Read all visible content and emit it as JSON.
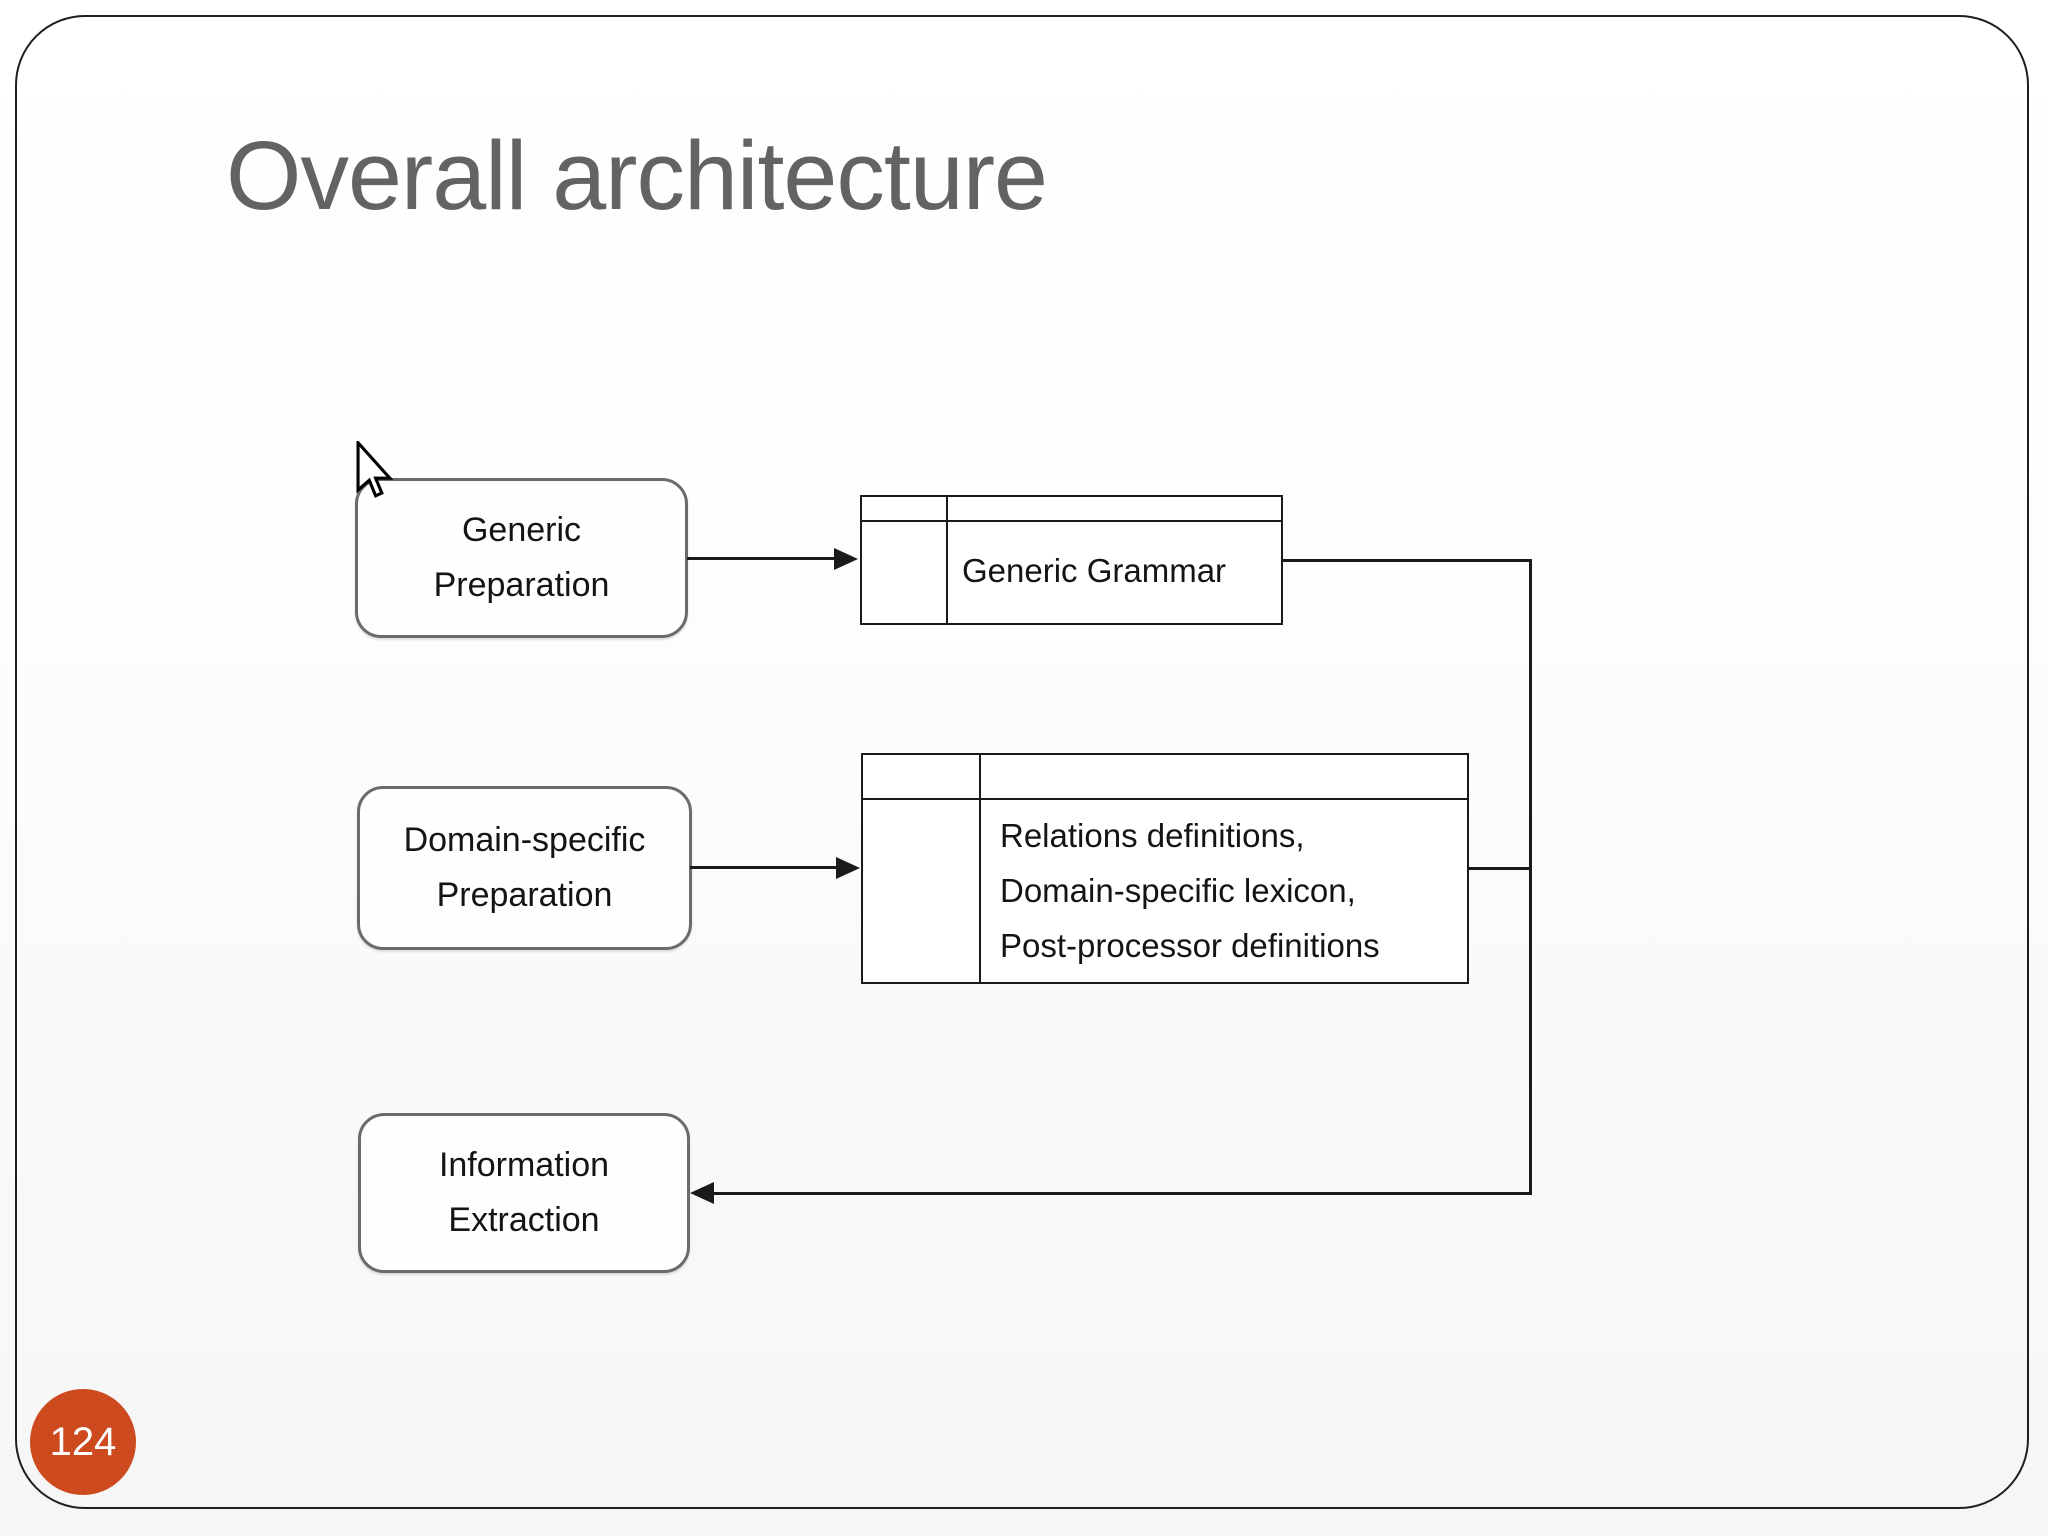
{
  "slide": {
    "title": "Overall architecture",
    "page_number": "124",
    "accent_color": "#cd4a1f",
    "title_color": "#636363",
    "frame_border_color": "#1f1f1f"
  },
  "diagram": {
    "process_boxes": [
      {
        "id": "generic-preparation",
        "lines": [
          "Generic",
          "Preparation"
        ]
      },
      {
        "id": "domain-specific-preparation",
        "lines": [
          "Domain-specific",
          "Preparation"
        ]
      },
      {
        "id": "information-extraction",
        "lines": [
          "Information",
          "Extraction"
        ]
      }
    ],
    "data_stores": [
      {
        "id": "generic-grammar",
        "lines": [
          "Generic Grammar"
        ]
      },
      {
        "id": "domain-resources",
        "lines": [
          "Relations definitions,",
          "Domain-specific lexicon,",
          "Post-processor definitions"
        ]
      }
    ],
    "connections": [
      "generic-preparation -> generic-grammar",
      "domain-specific-preparation -> domain-resources",
      "generic-grammar -> information-extraction",
      "domain-resources -> information-extraction"
    ]
  }
}
